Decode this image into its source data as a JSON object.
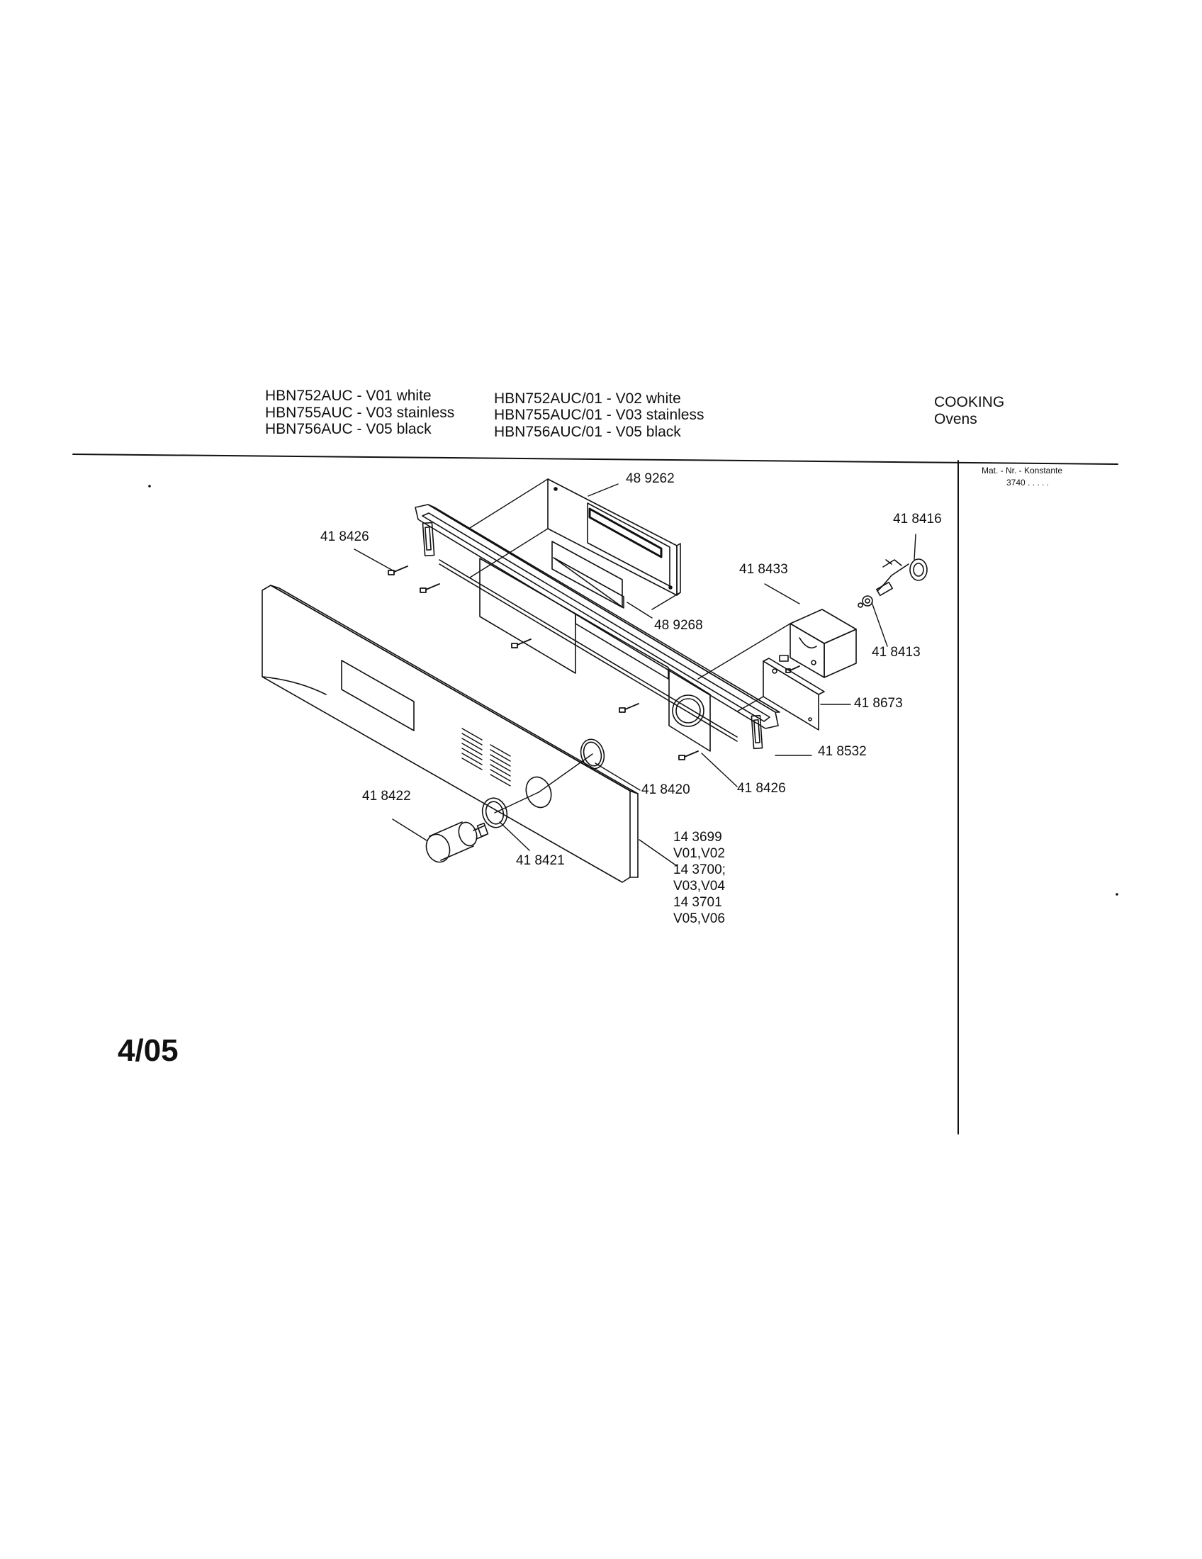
{
  "header": {
    "models_col1": [
      "HBN752AUC - V01 white",
      "HBN755AUC - V03 stainless",
      "HBN756AUC - V05 black"
    ],
    "models_col2": [
      "HBN752AUC/01 - V02 white",
      "HBN755AUC/01 - V03 stainless",
      "HBN756AUC/01 - V05 black"
    ],
    "category": "COOKING",
    "subcategory": "Ovens"
  },
  "side_panel": {
    "mat_label": "Mat. - Nr. - Konstante",
    "mat_value": "3740 . . . . ."
  },
  "parts": {
    "p489262": "48 9262",
    "p418426_top": "41 8426",
    "p418416": "41 8416",
    "p418433": "41 8433",
    "p489268": "48 9268",
    "p418413": "41 8413",
    "p418673": "41 8673",
    "p418532": "41 8532",
    "p418420": "41 8420",
    "p418426_bottom": "41 8426",
    "p418422": "41 8422",
    "p418421": "41 8421",
    "panel_variants": [
      "14 3699",
      "V01,V02",
      "14 3700;",
      "V03,V04",
      "14 3701",
      "V05,V06"
    ]
  },
  "page_number": "4/05"
}
